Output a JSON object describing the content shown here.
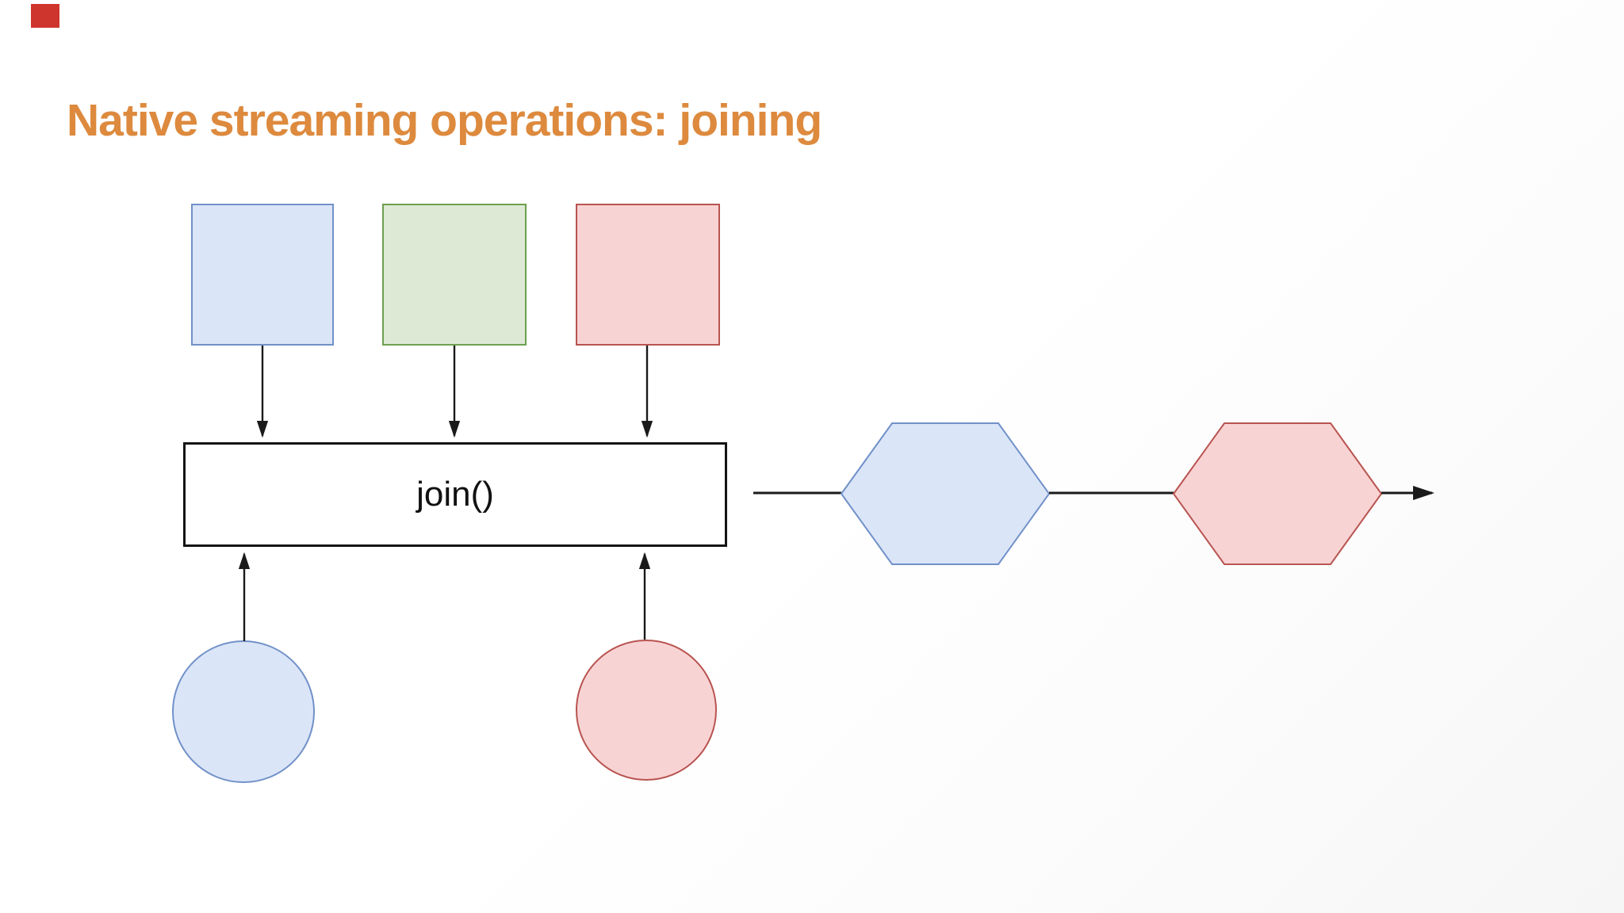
{
  "slide": {
    "title": "Native streaming operations: joining",
    "title_color": "#DD8A3E",
    "background_color": "#FFFFFF",
    "recording_marker_color": "#CE352C"
  },
  "palette": {
    "blue": {
      "fill": "#DBE5F8",
      "stroke": "#7191C8"
    },
    "green": {
      "fill": "#DDE9D5",
      "stroke": "#6DA04E"
    },
    "red": {
      "fill": "#F8D3D4",
      "stroke": "#B85450"
    },
    "connector": "#1A1A1A",
    "join_box_border": "#141414",
    "join_box_fill": "#FFFFFF"
  },
  "diagram": {
    "join_label": "join()",
    "top_inputs": [
      {
        "shape": "square",
        "palette": "blue"
      },
      {
        "shape": "square",
        "palette": "green"
      },
      {
        "shape": "square",
        "palette": "red"
      }
    ],
    "bottom_inputs": [
      {
        "shape": "circle",
        "palette": "blue"
      },
      {
        "shape": "circle",
        "palette": "red"
      }
    ],
    "outputs": [
      {
        "shape": "hexagon",
        "palette": "blue"
      },
      {
        "shape": "hexagon",
        "palette": "red"
      }
    ]
  }
}
